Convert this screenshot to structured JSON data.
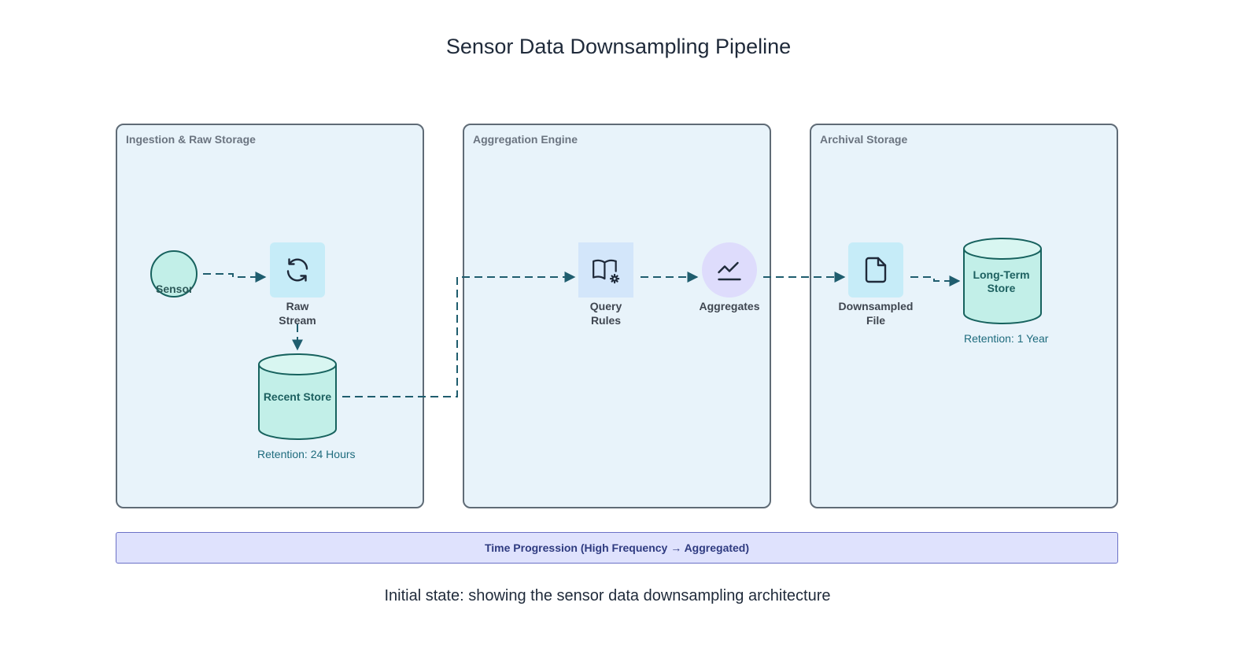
{
  "title": "Sensor Data Downsampling Pipeline",
  "caption": "Initial state: showing the sensor data downsampling architecture",
  "clusters": [
    {
      "label": "Ingestion & Raw Storage"
    },
    {
      "label": "Aggregation Engine"
    },
    {
      "label": "Archival Storage"
    }
  ],
  "nodes": {
    "sensor": {
      "label": "Sensor",
      "icon": "circle-node"
    },
    "raw_stream": {
      "label_line1": "Raw",
      "label_line2": "Stream",
      "icon": "refresh-icon"
    },
    "recent_store": {
      "label": "Recent Store",
      "retention": "Retention: 24 Hours",
      "icon": "database-cylinder"
    },
    "query_rules": {
      "label_line1": "Query",
      "label_line2": "Rules",
      "icon": "book-gear-icon"
    },
    "aggregates": {
      "label": "Aggregates",
      "icon": "line-chart-icon"
    },
    "downsampled_file": {
      "label_line1": "Downsampled",
      "label_line2": "File",
      "icon": "file-icon"
    },
    "long_term_store": {
      "label_line1": "Long-Term",
      "label_line2": "Store",
      "retention": "Retention: 1 Year",
      "icon": "database-cylinder"
    }
  },
  "timebar": {
    "label": "Time Progression (High Frequency → Aggregated)"
  },
  "colors": {
    "cluster_fill": "#e8f3fa",
    "cluster_border": "#5f6b76",
    "edge": "#1f5d6e",
    "store_fill": "#c2efe8",
    "store_stroke": "#17625e",
    "timebar_fill": "#dfe2fd"
  }
}
